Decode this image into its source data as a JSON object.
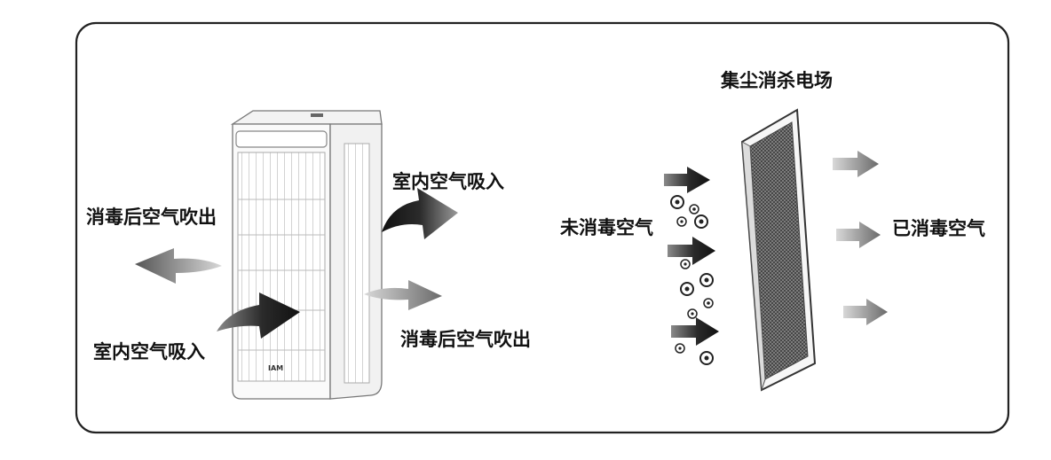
{
  "labels": {
    "left_top_right": "室内空气吸入",
    "left_mid_left": "消毒后空气吹出",
    "left_bottom_left": "室内空气吸入",
    "left_bottom_right": "消毒后空气吹出",
    "filter_title": "集尘消杀电场",
    "untreated_air": "未消毒空气",
    "treated_air": "已消毒空气",
    "logo": "IAM"
  },
  "colors": {
    "line": "#222222",
    "arrow_dark": "#1f1f1f",
    "arrow_light": "#8a8a8a",
    "panel": "#ffffff",
    "filter_mesh": "#6d6d6d"
  },
  "icons": {
    "arrow_in": "dark-gradient-arrow",
    "arrow_out": "grey-gradient-arrow",
    "particle": "circled-particle"
  }
}
